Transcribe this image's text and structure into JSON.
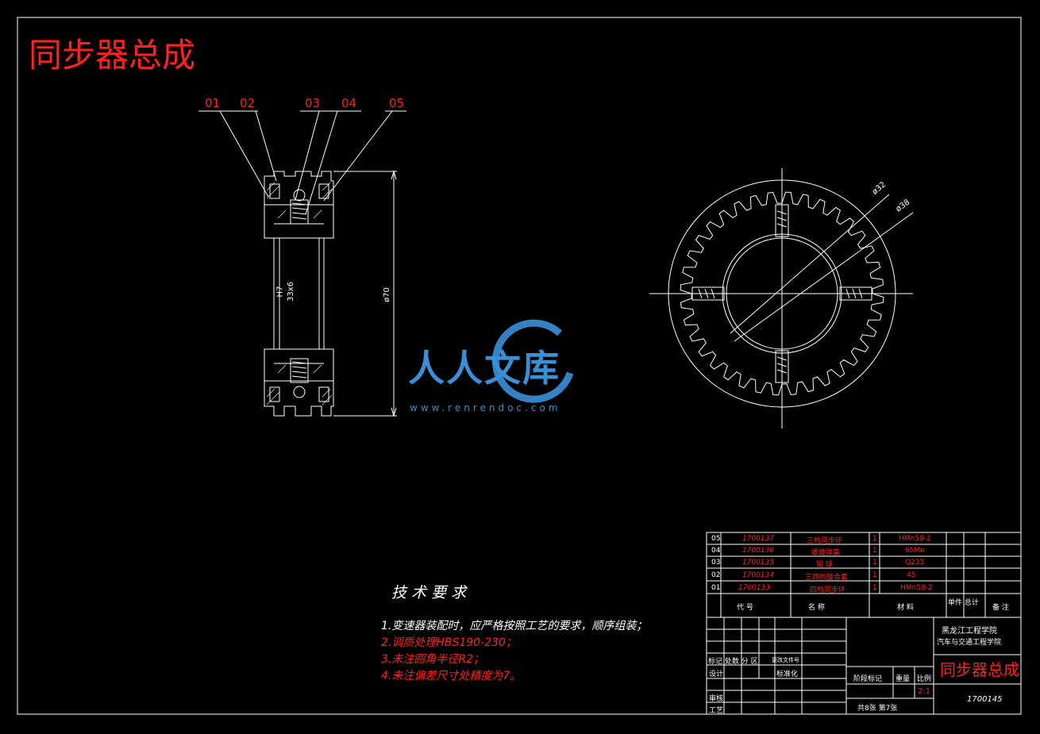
{
  "drawing_title": "同步器总成",
  "callouts": [
    "01",
    "02",
    "03",
    "04",
    "05"
  ],
  "section_view": {
    "bore_fit": "H7",
    "bore_dim": "33x6",
    "outer_dia": "ø70"
  },
  "front_view": {
    "dia_1": "ø32",
    "dia_2": "ø38"
  },
  "watermark": {
    "brand": "人人文库",
    "url": "www.renrendoc.com"
  },
  "tech_req": {
    "heading": "技 术 要 求",
    "items": [
      "1.变速器装配时，应严格按照工艺的要求，顺序组装；",
      "2.调质处理HBS190-230；",
      "3.未注圆角半径R2；",
      "4.未注偏差尺寸处精度为7。"
    ]
  },
  "bom": {
    "rows": [
      {
        "no": "05",
        "code": "1700137",
        "name": "三档同步环",
        "qty": "1",
        "material": "HMn58-2"
      },
      {
        "no": "04",
        "code": "1700136",
        "name": "螺旋弹簧",
        "qty": "1",
        "material": "65Mn"
      },
      {
        "no": "03",
        "code": "1700135",
        "name": "钢 球",
        "qty": "1",
        "material": "Q235"
      },
      {
        "no": "02",
        "code": "1700134",
        "name": "三四档接合套",
        "qty": "1",
        "material": "45"
      },
      {
        "no": "01",
        "code": "1700133",
        "name": "四档同步环",
        "qty": "1",
        "material": "HMn58-2"
      }
    ],
    "header": {
      "code": "代   号",
      "name": "名   称",
      "material": "材   料",
      "unit_total": "单件 总计",
      "remark": "备 注"
    }
  },
  "title_block": {
    "institute": "黑龙江工程学院",
    "department": "汽车与交通工程学院",
    "drawing_name": "同步器总成",
    "drawing_no": "1700145",
    "scale": "2:1",
    "sheets": "共8张   第7张",
    "labels": {
      "mark": "标记 处数 分  区",
      "change_doc": "更改文件号",
      "design": "设计",
      "standardize": "标准化",
      "stage": "阶段标记",
      "weight": "重量",
      "ratio": "比例",
      "review": "审核",
      "process": "工艺"
    }
  }
}
